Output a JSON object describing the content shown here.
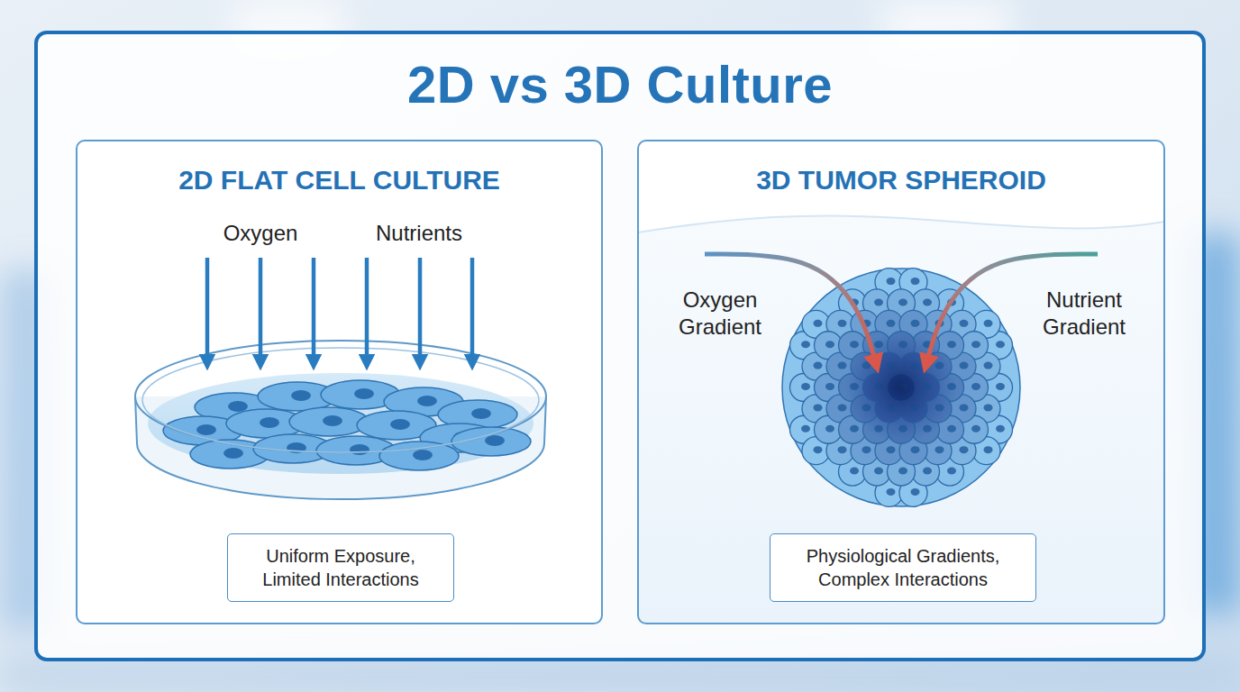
{
  "diagram": {
    "title": "2D vs 3D Culture",
    "nodes": [
      {
        "text": [
          "2D FLAT CELL CULTURE"
        ]
      },
      {
        "text": [
          "Uniform Exposure, Limited Interactions"
        ],
        "in": 0
      },
      {
        "text": [
          "3D TUMOR SPHEROID"
        ]
      },
      {
        "text": [
          "Physiological Gradients, Complex Interactions"
        ],
        "in": 2
      }
    ],
    "labels": [
      "Oxygen",
      "Nutrients",
      "Oxygen Gradient",
      "Nutrient Gradient"
    ]
  }
}
